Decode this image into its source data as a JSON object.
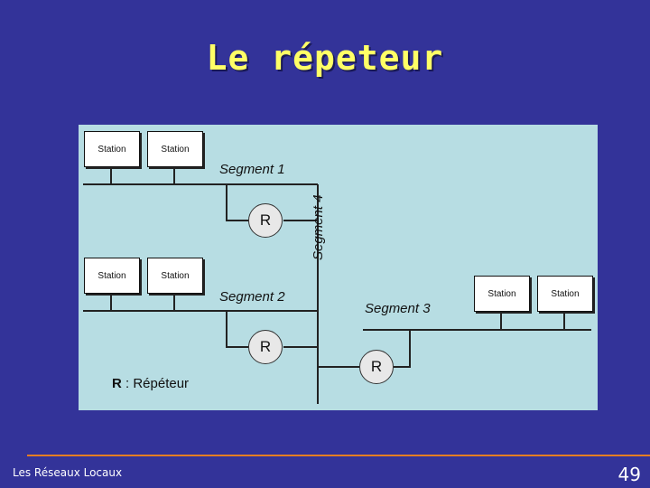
{
  "slide": {
    "title": "Le répeteur",
    "footer_left": "Les Réseaux Locaux",
    "page_number": "49"
  },
  "diagram": {
    "station_label": "Station",
    "repeater_label": "R",
    "segments": {
      "s1": "Segment 1",
      "s2": "Segment 2",
      "s3": "Segment 3",
      "s4": "Segment 4"
    },
    "legend": {
      "key": "R",
      "text": " : Répéteur"
    }
  },
  "colors": {
    "background": "#333399",
    "title": "#ffff66",
    "diagram_bg": "#b7dde3",
    "footer_rule": "#e67e22"
  }
}
